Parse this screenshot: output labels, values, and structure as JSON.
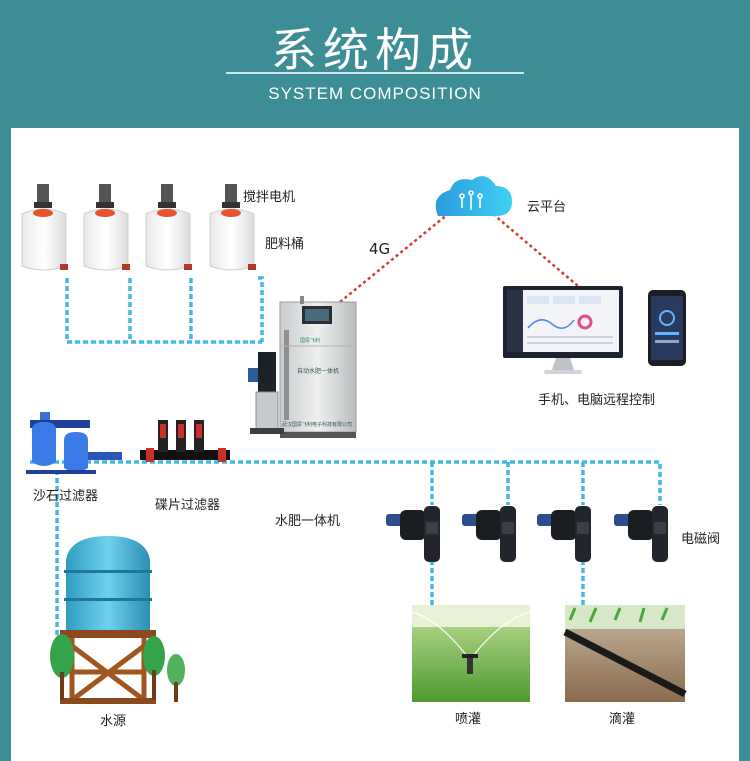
{
  "header": {
    "title": "系统构成",
    "subtitle": "SYSTEM COMPOSITION"
  },
  "labels": {
    "stirring_motor": "搅拌电机",
    "fertilizer_tank": "肥料桶",
    "signal": "4G",
    "cloud_platform": "云平台",
    "remote_control": "手机、电脑远程控制",
    "sand_filter": "沙石过滤器",
    "disc_filter": "碟片过滤器",
    "integrated_machine": "水肥一体机",
    "solenoid_valve": "电磁阀",
    "water_source": "水源",
    "sprinkler": "喷灌",
    "drip": "滴灌"
  },
  "cabinet": {
    "name": "自动水肥一体机",
    "company": "武汉国思飞利电子科技有限公司",
    "brand": "国思飞利"
  },
  "colors": {
    "water_line": "#41b9e6",
    "signal_line": "#d83a2f",
    "background": "#3d8d96"
  }
}
